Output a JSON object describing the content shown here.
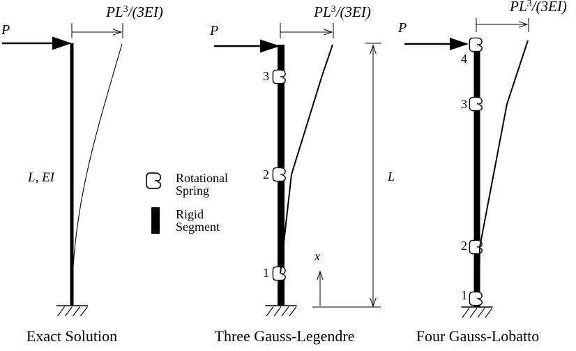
{
  "colors": {
    "ink": "#000000",
    "background": "#ffffff"
  },
  "deflection_label": {
    "base": "PL",
    "sup": "3",
    "rest": "/(3EI)"
  },
  "legend": {
    "spring_line1": "Rotational",
    "spring_line2": "Spring",
    "rigid_line1": "Rigid",
    "rigid_line2": "Segment"
  },
  "panels": [
    {
      "caption": "Exact Solution",
      "load_label": "P",
      "member_label": "L, EI"
    },
    {
      "caption": "Three Gauss-Legendre",
      "load_label": "P",
      "nodes": [
        "3",
        "2",
        "1"
      ],
      "x_axis_label": "x",
      "length_label": "L"
    },
    {
      "caption": "Four Gauss-Lobatto",
      "load_label": "P",
      "nodes": [
        "4",
        "3",
        "2",
        "1"
      ]
    }
  ]
}
